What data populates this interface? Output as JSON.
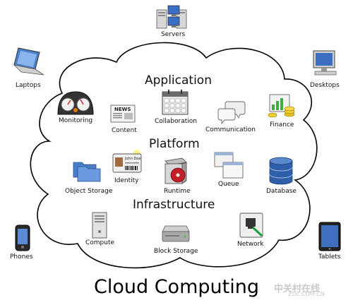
{
  "title": "Cloud Computing",
  "layers": {
    "application": "Application",
    "platform": "Platform",
    "infrastructure": "Infrastructure"
  },
  "outside": {
    "servers": "Servers",
    "laptops": "Laptops",
    "desktops": "Desktops",
    "phones": "Phones",
    "tablets": "Tablets"
  },
  "application_items": {
    "monitoring": "Monitoring",
    "content": "Content",
    "collaboration": "Collaboration",
    "communication": "Communication",
    "finance": "Finance"
  },
  "platform_items": {
    "object_storage": "Object Storage",
    "identity": "Identity",
    "runtime": "Runtime",
    "queue": "Queue",
    "database": "Database"
  },
  "infrastructure_items": {
    "compute": "Compute",
    "block_storage": "Block Storage",
    "network": "Network"
  },
  "icon_text": {
    "news": "NEWS",
    "john_doe": "John Doe"
  },
  "watermark": {
    "brand": "中关村在线",
    "url": "ZOL.COM.CN"
  }
}
